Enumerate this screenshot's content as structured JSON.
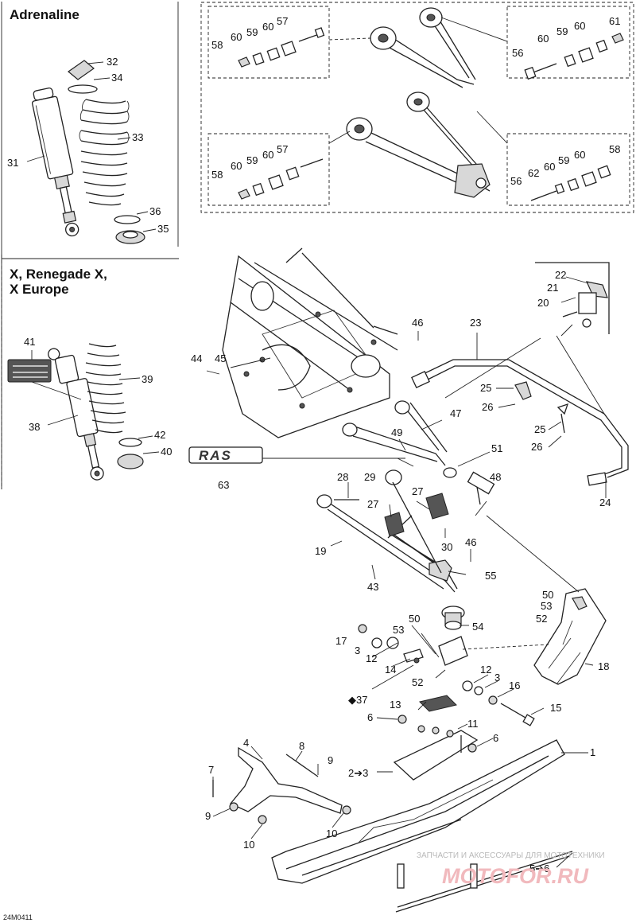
{
  "sections": {
    "adrenaline": "Adrenaline",
    "x_line1": "X, Renegade X,",
    "x_line2": "X Europe"
  },
  "callouts": [
    {
      "id": "c32",
      "text": "32"
    },
    {
      "id": "c34",
      "text": "34"
    },
    {
      "id": "c33",
      "text": "33"
    },
    {
      "id": "c31",
      "text": "31"
    },
    {
      "id": "c36",
      "text": "36"
    },
    {
      "id": "c35",
      "text": "35"
    },
    {
      "id": "c57a",
      "text": "57"
    },
    {
      "id": "c60a",
      "text": "60"
    },
    {
      "id": "c59a",
      "text": "59"
    },
    {
      "id": "c60b",
      "text": "60"
    },
    {
      "id": "c58a",
      "text": "58"
    },
    {
      "id": "c61",
      "text": "61"
    },
    {
      "id": "c60c",
      "text": "60"
    },
    {
      "id": "c59b",
      "text": "59"
    },
    {
      "id": "c60d",
      "text": "60"
    },
    {
      "id": "c56a",
      "text": "56"
    },
    {
      "id": "c57b",
      "text": "57"
    },
    {
      "id": "c60e",
      "text": "60"
    },
    {
      "id": "c59c",
      "text": "59"
    },
    {
      "id": "c60f",
      "text": "60"
    },
    {
      "id": "c58b",
      "text": "58"
    },
    {
      "id": "c58c",
      "text": "58"
    },
    {
      "id": "c60g",
      "text": "60"
    },
    {
      "id": "c59d",
      "text": "59"
    },
    {
      "id": "c60h",
      "text": "60"
    },
    {
      "id": "c62",
      "text": "62"
    },
    {
      "id": "c56b",
      "text": "56"
    },
    {
      "id": "c41",
      "text": "41"
    },
    {
      "id": "c39",
      "text": "39"
    },
    {
      "id": "c38",
      "text": "38"
    },
    {
      "id": "c42",
      "text": "42"
    },
    {
      "id": "c40",
      "text": "40"
    },
    {
      "id": "c22",
      "text": "22"
    },
    {
      "id": "c21",
      "text": "21"
    },
    {
      "id": "c20",
      "text": "20"
    },
    {
      "id": "c46a",
      "text": "46"
    },
    {
      "id": "c23",
      "text": "23"
    },
    {
      "id": "c44",
      "text": "44"
    },
    {
      "id": "c45",
      "text": "45"
    },
    {
      "id": "c25a",
      "text": "25"
    },
    {
      "id": "c26a",
      "text": "26"
    },
    {
      "id": "c47",
      "text": "47"
    },
    {
      "id": "c25b",
      "text": "25"
    },
    {
      "id": "c26b",
      "text": "26"
    },
    {
      "id": "c49",
      "text": "49"
    },
    {
      "id": "c51",
      "text": "51"
    },
    {
      "id": "c63",
      "text": "63"
    },
    {
      "id": "c24",
      "text": "24"
    },
    {
      "id": "c28",
      "text": "28"
    },
    {
      "id": "c29",
      "text": "29"
    },
    {
      "id": "c27a",
      "text": "27"
    },
    {
      "id": "c27b",
      "text": "27"
    },
    {
      "id": "c48",
      "text": "48"
    },
    {
      "id": "c19",
      "text": "19"
    },
    {
      "id": "c30",
      "text": "30"
    },
    {
      "id": "c46b",
      "text": "46"
    },
    {
      "id": "c43",
      "text": "43"
    },
    {
      "id": "c55",
      "text": "55"
    },
    {
      "id": "c50a",
      "text": "50"
    },
    {
      "id": "c53a",
      "text": "53"
    },
    {
      "id": "c52a",
      "text": "52"
    },
    {
      "id": "c54",
      "text": "54"
    },
    {
      "id": "c17",
      "text": "17"
    },
    {
      "id": "c50b",
      "text": "50"
    },
    {
      "id": "c53b",
      "text": "53"
    },
    {
      "id": "c3a",
      "text": "3"
    },
    {
      "id": "c12a",
      "text": "12"
    },
    {
      "id": "c14",
      "text": "14"
    },
    {
      "id": "c18",
      "text": "18"
    },
    {
      "id": "c52b",
      "text": "52"
    },
    {
      "id": "c12b",
      "text": "12"
    },
    {
      "id": "c3b",
      "text": "3"
    },
    {
      "id": "c16",
      "text": "16"
    },
    {
      "id": "c37",
      "text": "◆37"
    },
    {
      "id": "c13",
      "text": "13"
    },
    {
      "id": "c15",
      "text": "15"
    },
    {
      "id": "c6a",
      "text": "6"
    },
    {
      "id": "c11",
      "text": "11"
    },
    {
      "id": "c6b",
      "text": "6"
    },
    {
      "id": "c4",
      "text": "4"
    },
    {
      "id": "c8",
      "text": "8"
    },
    {
      "id": "c1",
      "text": "1"
    },
    {
      "id": "c9a",
      "text": "9"
    },
    {
      "id": "c2to3",
      "text": "2➔3"
    },
    {
      "id": "c7",
      "text": "7"
    },
    {
      "id": "c9b",
      "text": "9"
    },
    {
      "id": "c10a",
      "text": "10"
    },
    {
      "id": "c10b",
      "text": "10"
    },
    {
      "id": "c5to6",
      "text": "5➔6"
    }
  ],
  "logo_text": "RAS",
  "footer_ref": "24M0411",
  "watermark_small": "ЗАПЧАСТИ И АКСЕССУАРЫ ДЛЯ МОТОТЕХНИКИ",
  "watermark_big": "MOTOFOR.RU"
}
